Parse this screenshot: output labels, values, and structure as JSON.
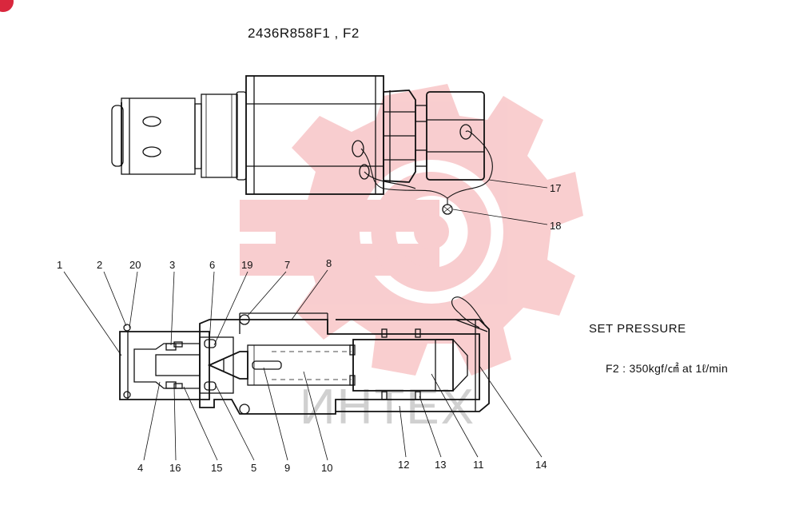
{
  "title": "2436R858F1 , F2",
  "set_pressure_heading": "SET PRESSURE",
  "set_pressure_spec": "F2 : 350kgf/㎠ at 1ℓ/min",
  "watermark": "ИНТЕХ",
  "part_labels": [
    "1",
    "2",
    "20",
    "3",
    "6",
    "19",
    "7",
    "8",
    "4",
    "16",
    "15",
    "5",
    "9",
    "10",
    "12",
    "13",
    "11",
    "14",
    "17",
    "18"
  ],
  "colors": {
    "watermark_red": "#f4a5a8",
    "badge": "#d9273d"
  }
}
